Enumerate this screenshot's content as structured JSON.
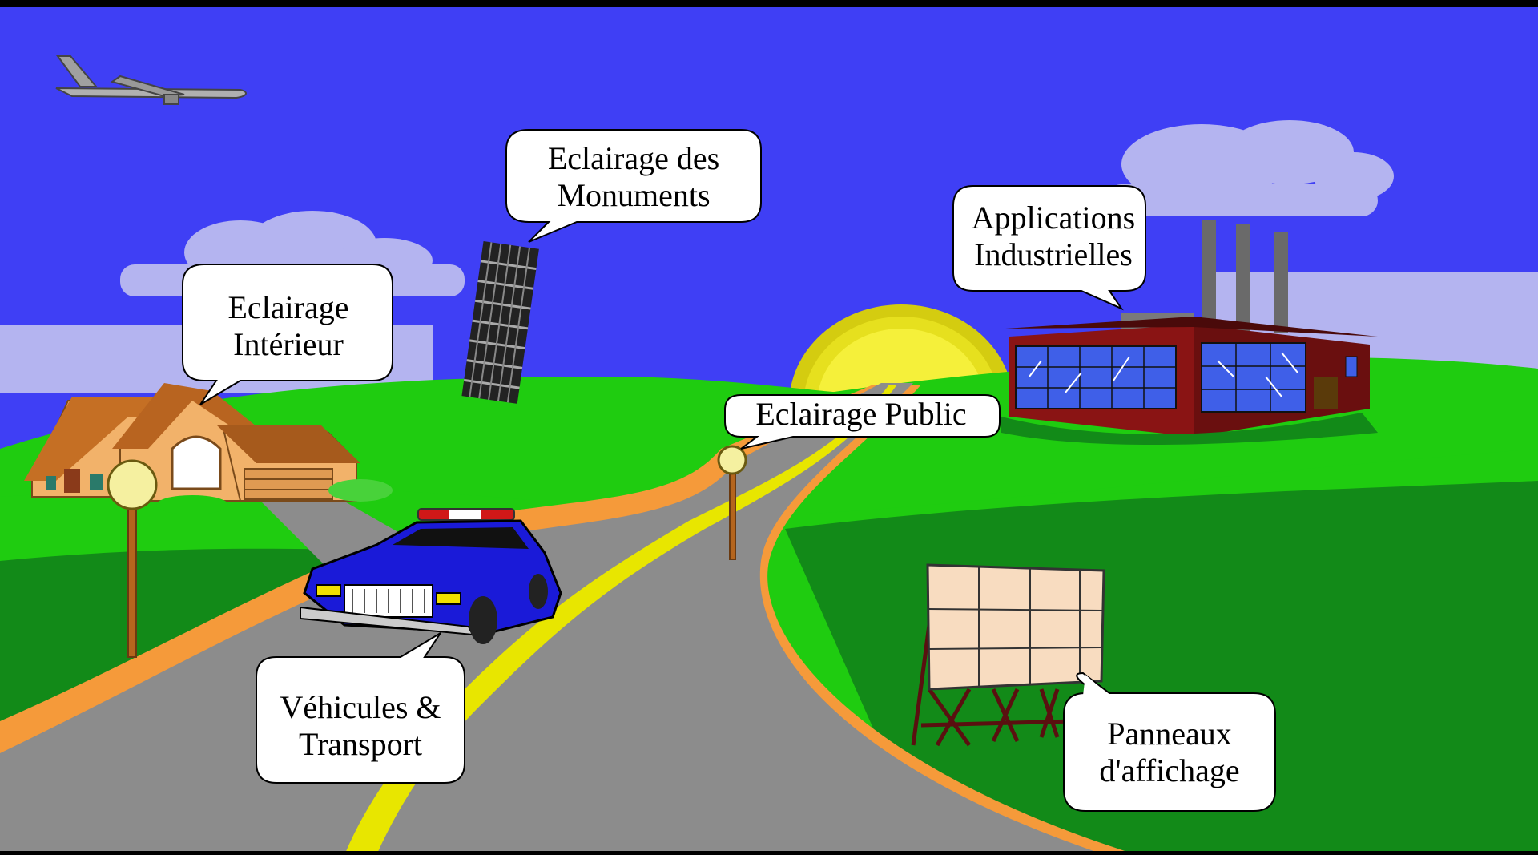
{
  "colors": {
    "sky": "#3f3ff5",
    "grass": "#1fcc10",
    "dark_grass": "#128a18",
    "road": "#8c8c8c",
    "road_edge": "#f59a3a",
    "center_line": "#e8e600",
    "sun": "#f5f03a"
  },
  "callouts": {
    "interior": {
      "line1": "Eclairage",
      "line2": "Intérieur"
    },
    "monuments": {
      "line1": "Eclairage des",
      "line2": "Monuments"
    },
    "industrial": {
      "line1": "Applications",
      "line2": "Industrielles"
    },
    "public": {
      "line1": "Eclairage Public"
    },
    "vehicles": {
      "line1": "Véhicules &",
      "line2": "Transport"
    },
    "billboards": {
      "line1": "Panneaux",
      "line2": "d'affichage"
    }
  },
  "icons": [
    "airplane-icon",
    "cloud-icon",
    "leaning-tower-icon",
    "house-icon",
    "factory-icon",
    "police-car-icon",
    "street-lamp-icon",
    "billboard-icon",
    "sun-icon"
  ]
}
